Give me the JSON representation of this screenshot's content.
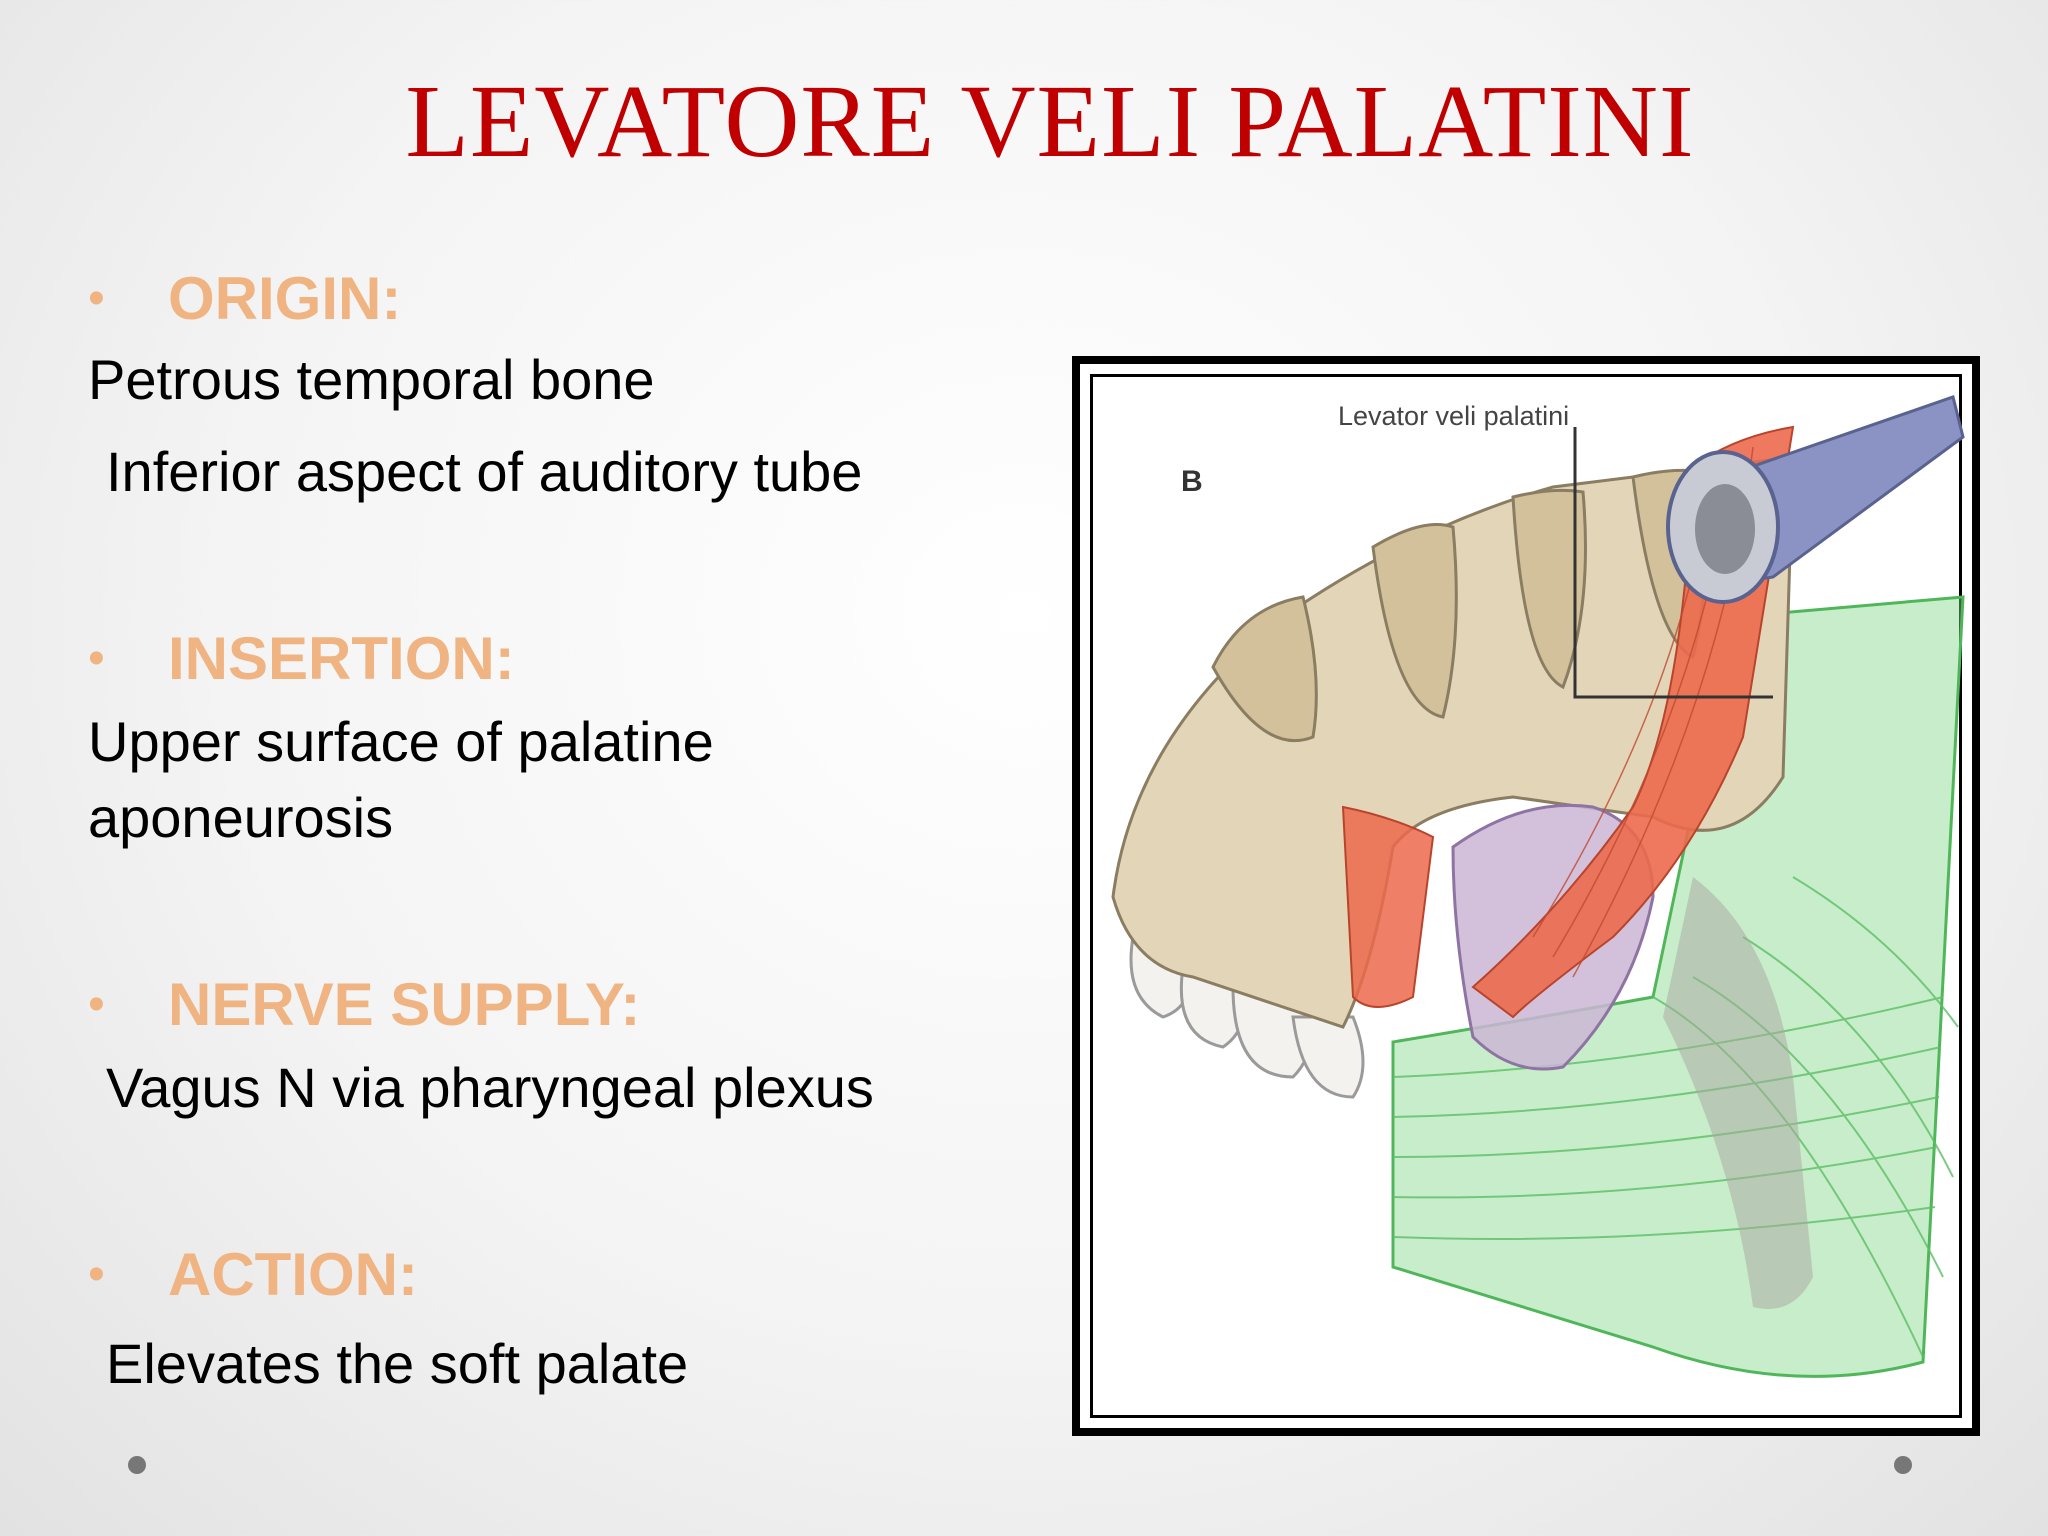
{
  "slide": {
    "title": "LEVATORE VELI PALATINI",
    "bullet_glyph": "•",
    "sections": [
      {
        "heading": "ORIGIN:",
        "lines": [
          "Petrous temporal bone",
          "Inferior aspect of auditory tube"
        ]
      },
      {
        "heading": "INSERTION:",
        "lines": [
          "Upper surface of palatine",
          "aponeurosis"
        ]
      },
      {
        "heading": "NERVE SUPPLY:",
        "lines": [
          "Vagus N via pharyngeal plexus"
        ]
      },
      {
        "heading": "ACTION:",
        "lines": [
          "Elevates the soft palate"
        ]
      }
    ]
  },
  "figure": {
    "panel_letter": "B",
    "label": "Levator veli palatini"
  },
  "colors": {
    "title": "#c00000",
    "heading": "#f0b482",
    "bone": "#e3d5b8",
    "muscle": "#ec6a4c",
    "tube": "#8a93c4",
    "constrictor": "#86d68a"
  }
}
